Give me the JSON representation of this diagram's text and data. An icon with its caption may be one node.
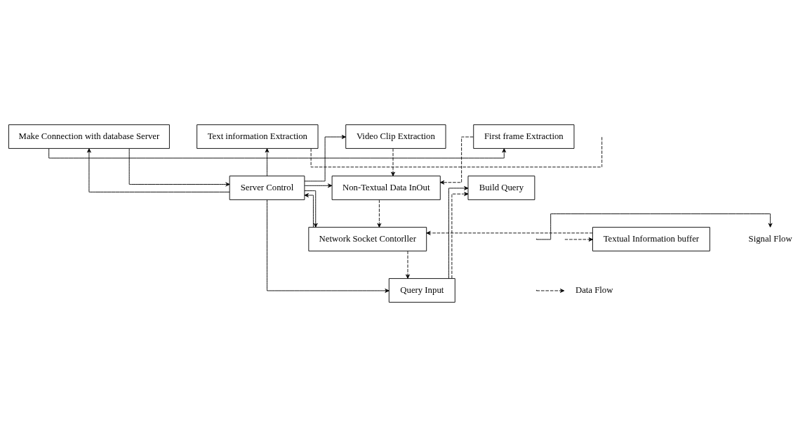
{
  "diagram": {
    "nodes": [
      {
        "text": [
          "Video Clip Extraction"
        ]
      },
      {
        "text": [
          "First frame Extraction"
        ]
      },
      {
        "text": [
          "Make Connection with database Server"
        ]
      },
      {
        "text": [
          "Text information Extraction"
        ]
      },
      {
        "text": [
          "Non-Textual Data InOut"
        ]
      },
      {
        "text": [
          "Server Control"
        ]
      },
      {
        "text": [
          "Build Query"
        ]
      },
      {
        "text": [
          "Query Input"
        ]
      },
      {
        "text": [
          "Network Socket Contorller"
        ]
      },
      {
        "text": [
          "Textual Information buffer"
        ]
      }
    ],
    "edges": [
      {
        "from": 5,
        "to": 4,
        "arrow": "to"
      },
      {
        "from": 5,
        "to": 0,
        "arrow": "to"
      },
      {
        "from": 2,
        "to": 1,
        "arrow": "to"
      },
      {
        "from": 2,
        "to": 5,
        "arrow": "to"
      },
      {
        "from": 5,
        "to": 2,
        "arrow": "to"
      },
      {
        "from": 5,
        "to": 3,
        "arrow": "to"
      },
      {
        "from": 5,
        "to": 7,
        "arrow": "to"
      },
      {
        "from": 7,
        "to": 6,
        "arrow": "to"
      },
      {
        "from": 8,
        "to": 5,
        "arrow": "to"
      },
      {
        "from": 5,
        "to": 8,
        "arrow": "to"
      },
      {
        "from": 0,
        "to": 4,
        "arrow": "to",
        "style": "dashed"
      },
      {
        "from": 1,
        "to": 4,
        "arrow": "to",
        "style": "dashed"
      },
      {
        "from": 4,
        "to": 8,
        "arrow": "to",
        "style": "dashed"
      },
      {
        "from": 8,
        "to": 7,
        "arrow": "to",
        "style": "dashed"
      },
      {
        "from": 7,
        "to": 6,
        "arrow": "to",
        "style": "dashed"
      },
      {
        "from": 9,
        "to": 8,
        "arrow": "to",
        "style": "dashed"
      },
      {
        "from": 3,
        "to": null,
        "arrow": "none",
        "style": "dashed"
      },
      {
        "from": null,
        "to": 9,
        "arrow": "to",
        "style": "dashed"
      }
    ],
    "legend": [
      {
        "text": "Signal Flow"
      },
      {
        "text": "Data Flow"
      }
    ]
  }
}
